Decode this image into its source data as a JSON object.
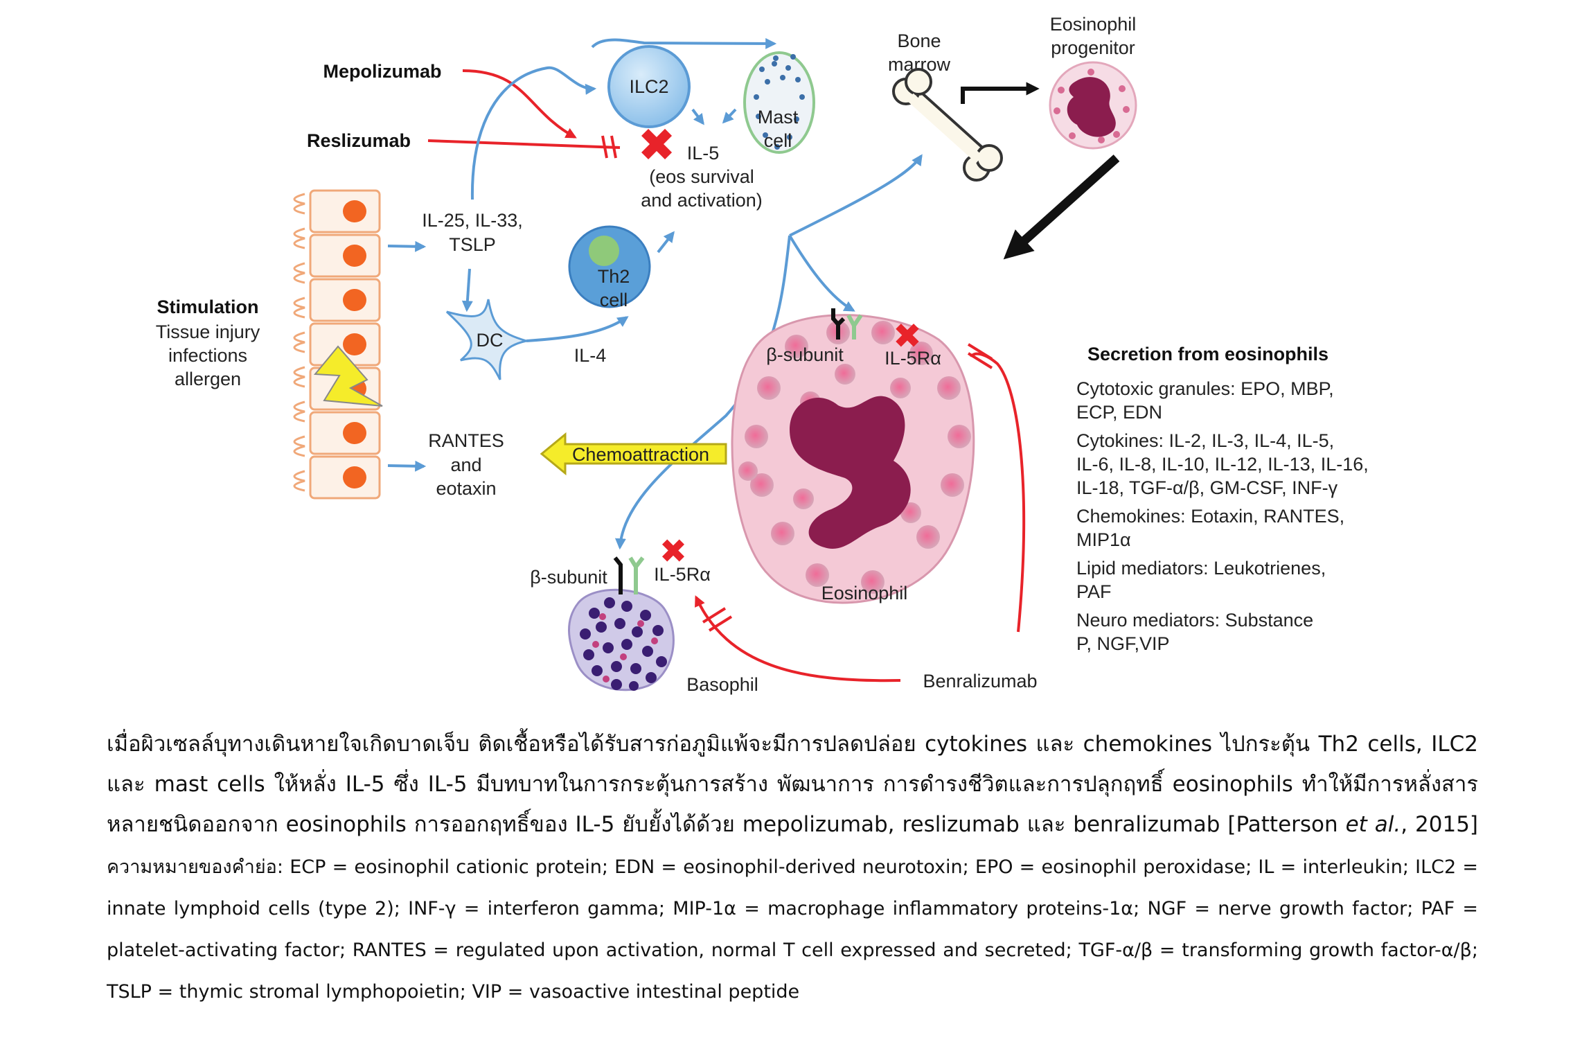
{
  "diagram": {
    "drugs": {
      "mepolizumab": "Mepolizumab",
      "reslizumab": "Reslizumab",
      "benralizumab": "Benralizumab"
    },
    "stimulation": {
      "title": "Stimulation",
      "lines": [
        "Tissue injury",
        "infections",
        "allergen"
      ]
    },
    "signals": {
      "il25_line1": "IL-25, IL-33,",
      "il25_line2": "TSLP",
      "il4": "IL-4",
      "rantes_line1": "RANTES",
      "rantes_line2": "and",
      "rantes_line3": "eotaxin",
      "il5": "IL-5",
      "il5_desc_line1": "(eos survival",
      "il5_desc_line2": "and activation)"
    },
    "cells": {
      "ilc2": "ILC2",
      "mast_line1": "Mast",
      "mast_line2": "cell",
      "th2_line1": "Th2",
      "th2_line2": "cell",
      "dc": "DC",
      "bone_line1": "Bone",
      "bone_line2": "marrow",
      "progenitor_line1": "Eosinophil",
      "progenitor_line2": "progenitor",
      "eosinophil": "Eosinophil",
      "basophil": "Basophil"
    },
    "receptors": {
      "beta_subunit": "β-subunit",
      "il5ra": "IL-5Rα"
    },
    "chemoattraction": "Chemoattraction",
    "secretion": {
      "title": "Secretion from eosinophils",
      "cytotoxic_line1": "Cytotoxic granules: EPO, MBP,",
      "cytotoxic_line2": "ECP, EDN",
      "cytokines_line1": "Cytokines: IL-2, IL-3, IL-4, IL-5,",
      "cytokines_line2": "IL-6, IL-8, IL-10, IL-12, IL-13, IL-16,",
      "cytokines_line3": "IL-18, TGF-α/β, GM-CSF, INF-γ",
      "chemokines_line1": "Chemokines: Eotaxin, RANTES,",
      "chemokines_line2": "MIP1α",
      "lipid_line1": "Lipid mediators: Leukotrienes,",
      "lipid_line2": "PAF",
      "neuro_line1": "Neuro mediators: Substance",
      "neuro_line2": "P, NGF,VIP"
    }
  },
  "colors": {
    "inhibit_red": "#e8232a",
    "signal_blue": "#5b9bd5",
    "epithelium_orange": "#f26522",
    "eosinophil_cytoplasm": "#f4c9d6",
    "nucleus": "#8b1d4e",
    "chemo_yellow": "#f5ec2a"
  },
  "caption": {
    "main": "เมื่อผิวเซลล์บุทางเดินหายใจเกิดบาดเจ็บ ติดเชื้อหรือได้รับสารก่อภูมิแพ้จะมีการปลดปล่อย cytokines และ chemokines ไปกระตุ้น Th2 cells, ILC2 และ mast cells ให้หลั่ง IL-5 ซึ่ง IL-5 มีบทบาทในการกระตุ้นการสร้าง พัฒนาการ การดำรงชีวิตและการปลุกฤทธิ์ eosinophils ทำให้มีการหลั่งสารหลายชนิดออกจาก eosinophils การออกฤทธิ์ของ IL-5 ยับยั้งได้ด้วย mepolizumab, reslizumab และ benralizumab [Patterson ",
    "etal": "et al.",
    "year": ", 2015]",
    "abbrev_label": " ความหมายของคำย่อ:",
    "abbrev": " ECP = eosinophil cationic protein; EDN = eosinophil-derived neurotoxin; EPO = eosinophil peroxidase; IL = interleukin; ILC2 = innate lymphoid cells (type 2); INF-γ = interferon gamma; MIP-1α = macrophage inflammatory proteins-1α; NGF = nerve growth factor; PAF = platelet-activating factor; RANTES = regulated upon activation, normal T cell expressed and secreted; TGF-α/β = transforming growth factor-α/β; TSLP = thymic stromal lymphopoietin; VIP = vasoactive intestinal peptide"
  }
}
